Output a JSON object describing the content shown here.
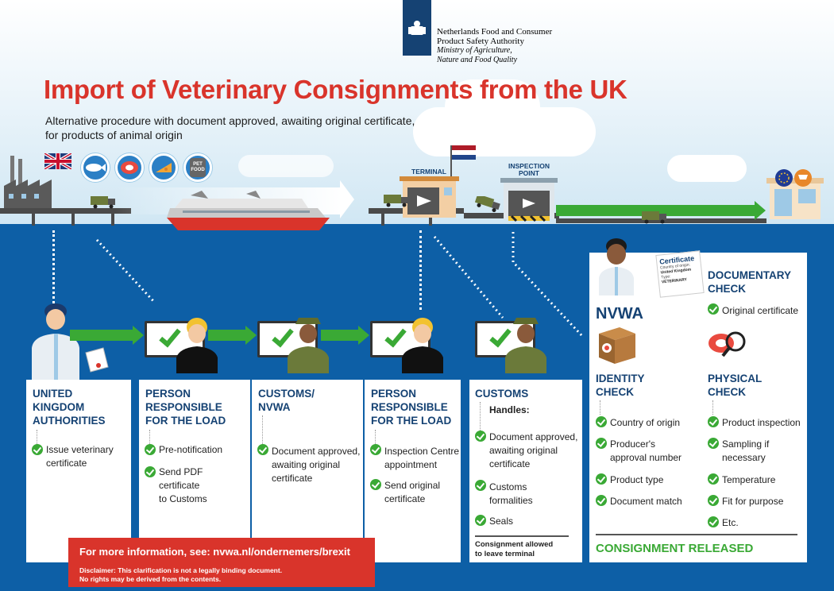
{
  "header": {
    "org_line1": "Netherlands Food and Consumer",
    "org_line2": "Product Safety Authority",
    "org_line3": "Ministry of Agriculture,",
    "org_line4": "Nature and Food Quality"
  },
  "title": "Import of Veterinary Consignments from the UK",
  "subtitle_line1": "Alternative procedure with document approved, awaiting original certificate,",
  "subtitle_line2": "for products of animal origin",
  "scene": {
    "terminal_label": "TERMINAL",
    "inspection_label_1": "INSPECTION",
    "inspection_label_2": "POINT",
    "product_icons": [
      "fish-icon",
      "meat-icon",
      "cheese-icon",
      "pet-food-icon"
    ],
    "pet_food_text": "PET FOOD"
  },
  "steps": [
    {
      "head": [
        "UNITED",
        "KINGDOM",
        "AUTHORITIES"
      ],
      "items": [
        [
          "Issue veterinary",
          "certificate"
        ]
      ]
    },
    {
      "head": [
        "PERSON",
        "RESPONSIBLE",
        "FOR THE LOAD"
      ],
      "items": [
        [
          "Pre-notification"
        ],
        [
          "Send PDF",
          "certificate",
          "to Customs"
        ]
      ]
    },
    {
      "head": [
        "CUSTOMS/",
        "NVWA"
      ],
      "items": [
        [
          "Document approved,",
          "awaiting original",
          "certificate"
        ]
      ]
    },
    {
      "head": [
        "PERSON",
        "RESPONSIBLE",
        "FOR THE LOAD"
      ],
      "items": [
        [
          "Inspection Centre",
          "appointment"
        ],
        [
          "Send original",
          "certificate"
        ]
      ]
    },
    {
      "head": [
        "CUSTOMS"
      ],
      "handles": "Handles:",
      "items": [
        [
          "Document approved,",
          "awaiting original",
          "certificate"
        ],
        [
          "Customs",
          "formalities"
        ],
        [
          "Seals"
        ]
      ],
      "footer": [
        "Consignment allowed",
        "to leave terminal"
      ]
    }
  ],
  "nvwa": {
    "label": "NVWA",
    "certificate": {
      "title": "Certificate",
      "line1": "Country of origin:",
      "line2": "United Kingdom",
      "line3": "Type:",
      "line4": "VETERINARY"
    },
    "documentary": {
      "head": [
        "DOCUMENTARY",
        "CHECK"
      ],
      "items": [
        [
          "Original certificate"
        ]
      ]
    },
    "identity": {
      "head": [
        "IDENTITY",
        "CHECK"
      ],
      "items": [
        [
          "Country of origin"
        ],
        [
          "Producer's",
          "approval number"
        ],
        [
          "Product type"
        ],
        [
          "Document match"
        ]
      ]
    },
    "physical": {
      "head": [
        "PHYSICAL",
        "CHECK"
      ],
      "items": [
        [
          "Product inspection"
        ],
        [
          "Sampling if",
          "necessary"
        ],
        [
          "Temperature"
        ],
        [
          "Fit for purpose"
        ],
        [
          "Etc."
        ]
      ]
    },
    "released": "CONSIGNMENT RELEASED"
  },
  "info": {
    "main": "For more information, see: nvwa.nl/ondernemers/brexit",
    "disclaimer_1": "Disclaimer: This clarification is not a legally binding document.",
    "disclaimer_2": "No rights may be derived from the contents."
  },
  "colors": {
    "title_red": "#d9342b",
    "heading_blue": "#154273",
    "sea_blue": "#0d5fa6",
    "check_green": "#3aa935"
  }
}
